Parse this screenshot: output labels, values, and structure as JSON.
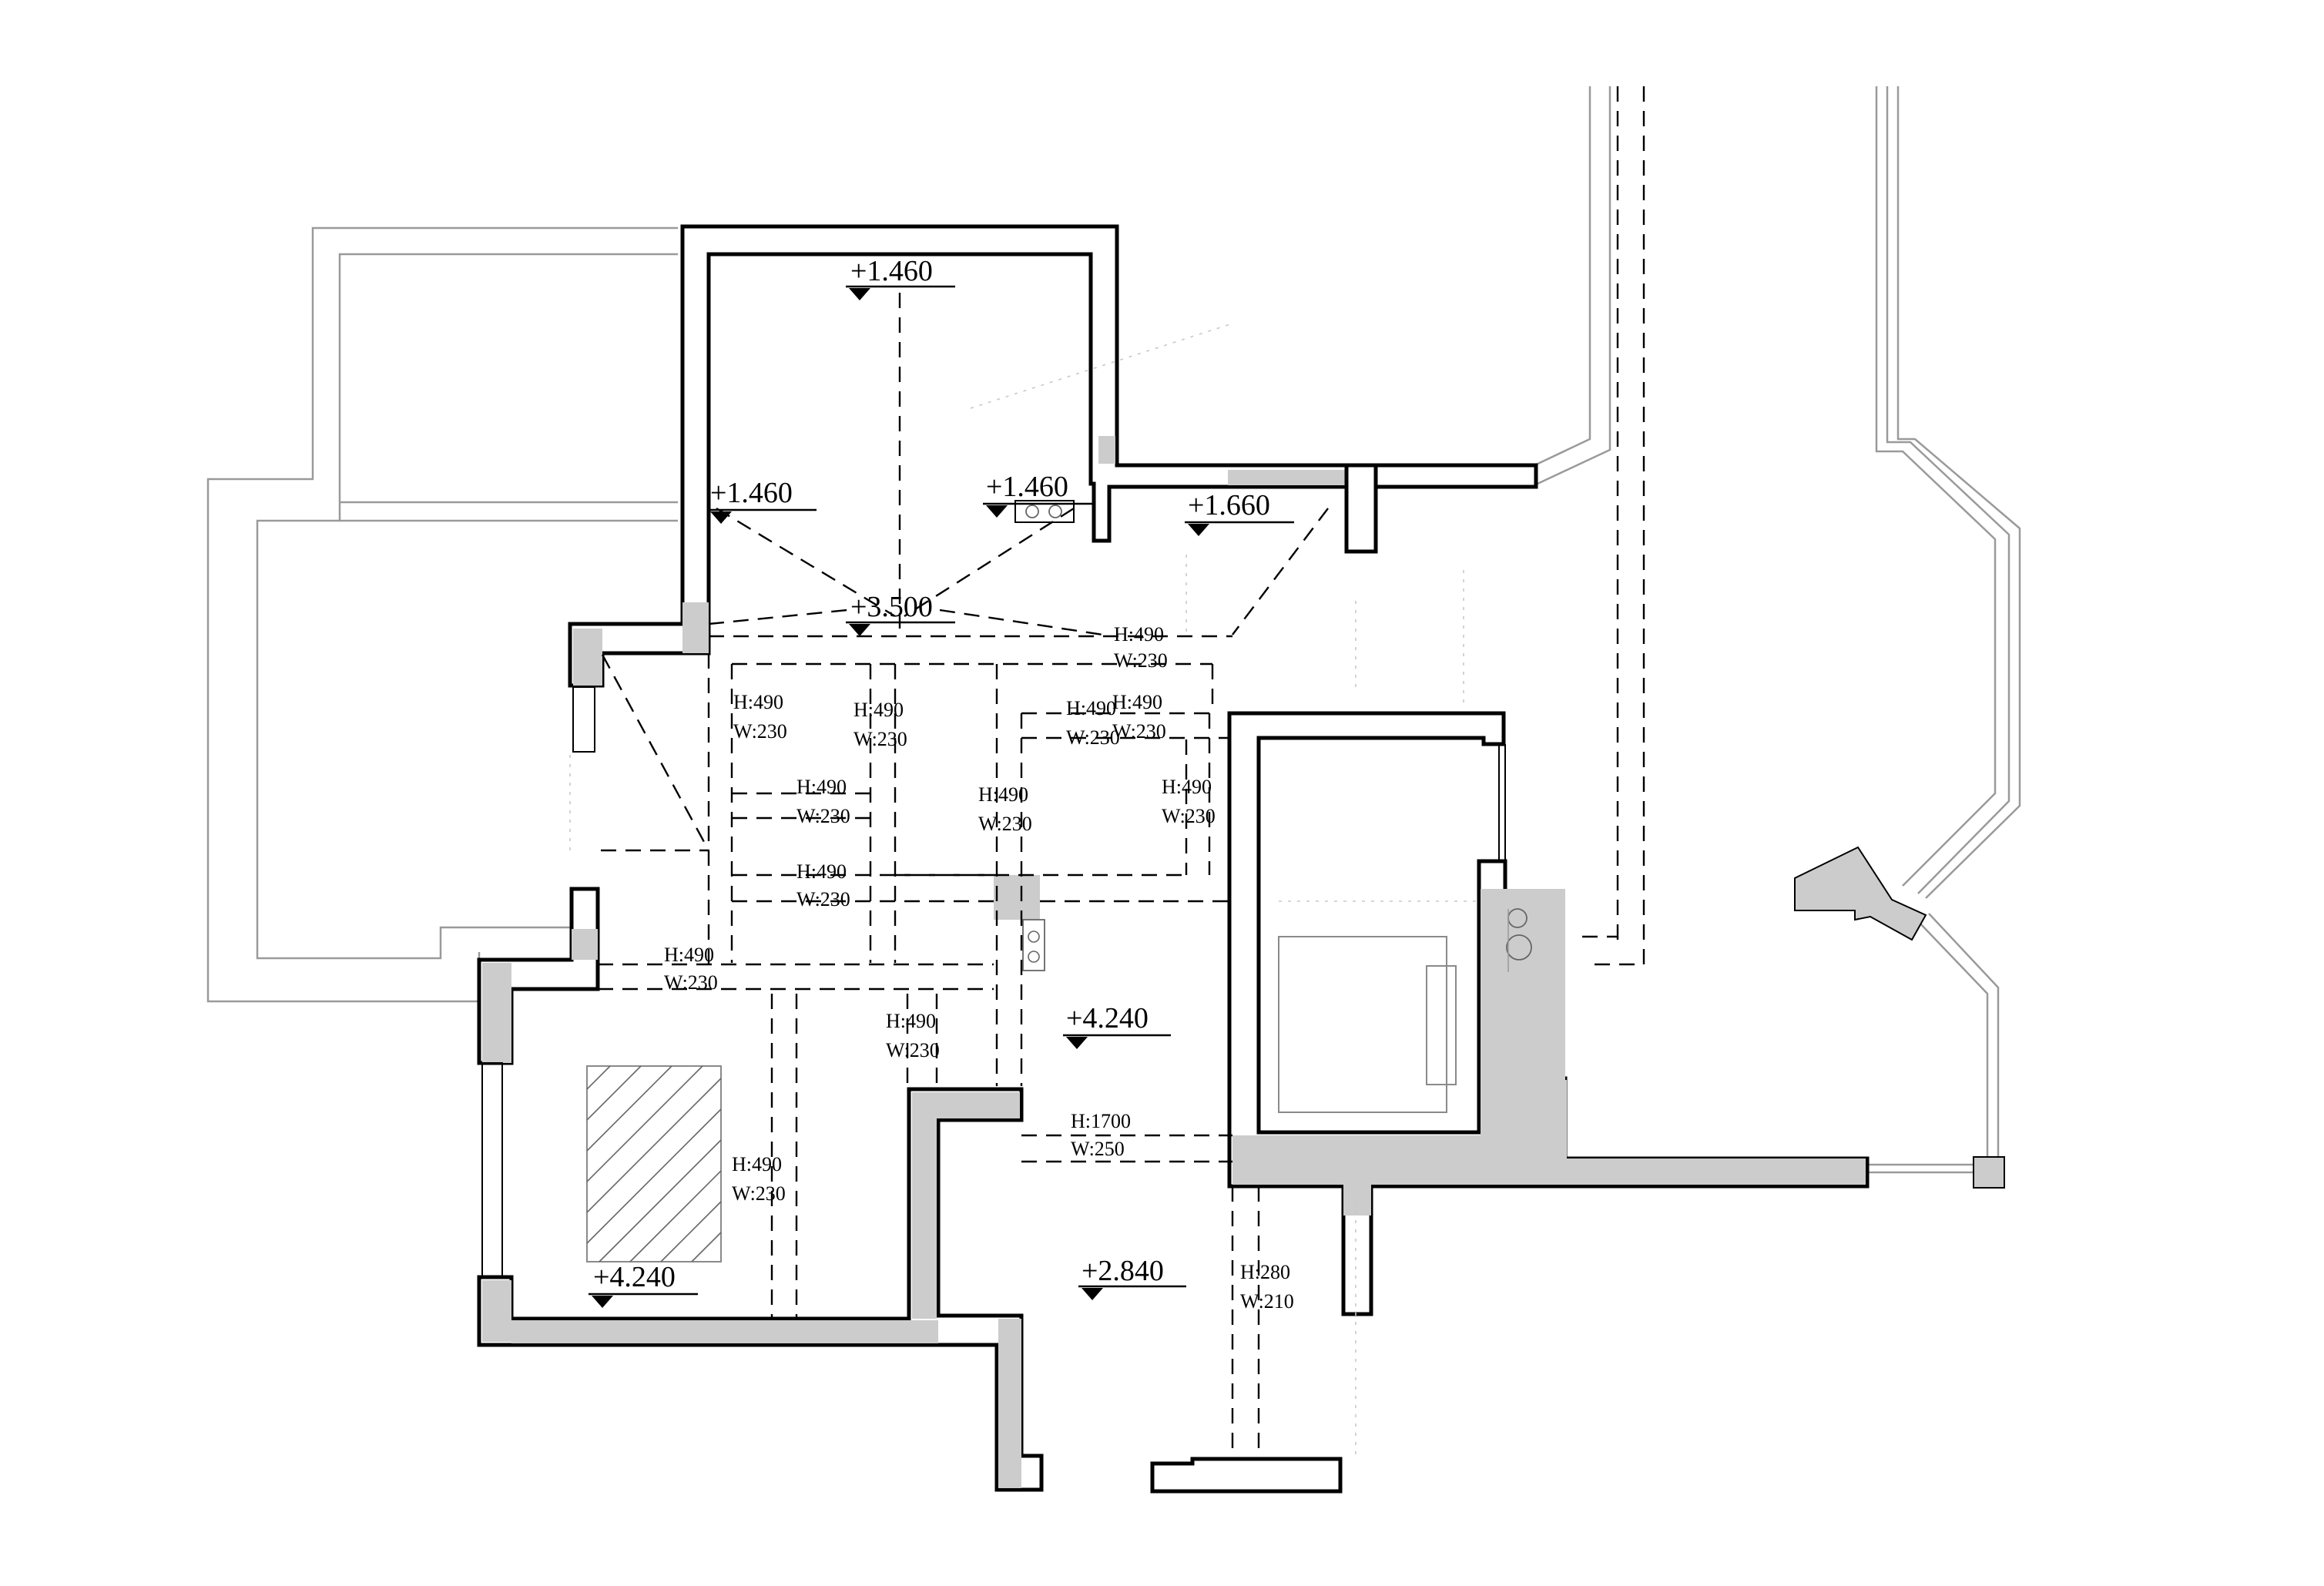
{
  "levels": [
    {
      "id": "lvl-1",
      "text": "+1.460"
    },
    {
      "id": "lvl-2",
      "text": "+1.460"
    },
    {
      "id": "lvl-3",
      "text": "+1.460"
    },
    {
      "id": "lvl-4",
      "text": "+1.660"
    },
    {
      "id": "lvl-5",
      "text": "+3.500"
    },
    {
      "id": "lvl-6",
      "text": "+4.240"
    },
    {
      "id": "lvl-7",
      "text": "+4.240"
    },
    {
      "id": "lvl-8",
      "text": "+2.840"
    }
  ],
  "beams": [
    {
      "id": "beam-1",
      "h": "H:490",
      "w": "W:230"
    },
    {
      "id": "beam-2",
      "h": "H:490",
      "w": "W:230"
    },
    {
      "id": "beam-3",
      "h": "H:490",
      "w": "W:230"
    },
    {
      "id": "beam-4",
      "h": "H:490",
      "w": "W:230"
    },
    {
      "id": "beam-5",
      "h": "H:490",
      "w": "W:230"
    },
    {
      "id": "beam-6",
      "h": "H:490",
      "w": "W:230"
    },
    {
      "id": "beam-7",
      "h": "H:490",
      "w": "W:230"
    },
    {
      "id": "beam-8",
      "h": "H:490",
      "w": "W:230"
    },
    {
      "id": "beam-9",
      "h": "H:490",
      "w": "W:230"
    },
    {
      "id": "beam-10",
      "h": "H:490",
      "w": "W:230"
    },
    {
      "id": "beam-11",
      "h": "H:490",
      "w": "W:230"
    },
    {
      "id": "beam-12",
      "h": "H:490",
      "w": "W:230"
    },
    {
      "id": "beam-13",
      "h": "H:1700",
      "w": "W:250"
    },
    {
      "id": "beam-14",
      "h": "H:280",
      "w": "W:210"
    }
  ],
  "colors": {
    "wall_fill": "#cccccc",
    "outline": "#000000",
    "thin_line": "#9a9a9a"
  }
}
